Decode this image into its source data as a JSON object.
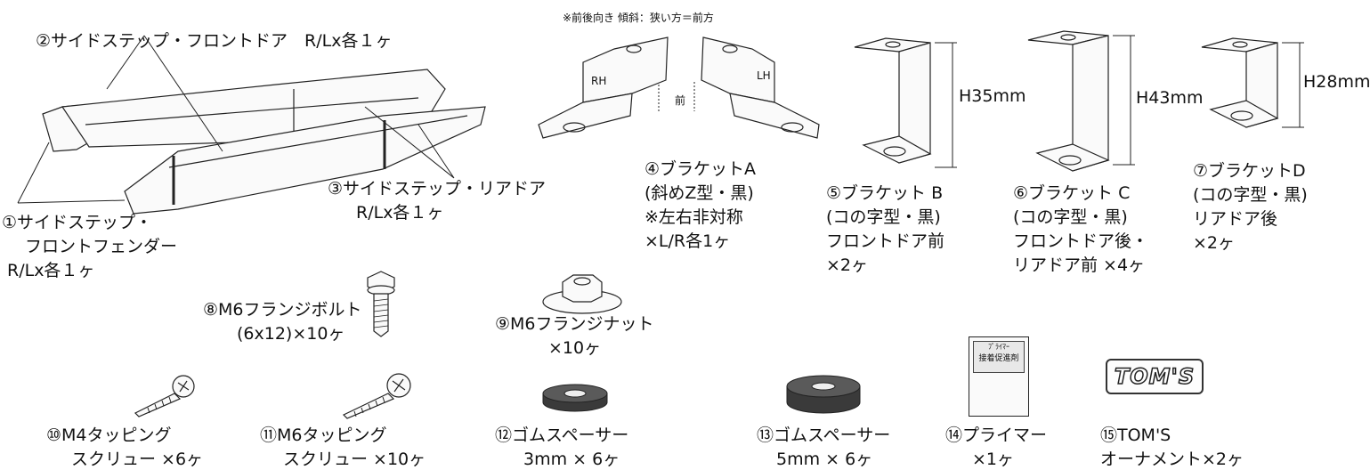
{
  "note_top": "※前後向き 傾斜：狭い方＝前方",
  "item2": "②サイドステップ・フロントドア　R/Lx各１ヶ",
  "item1": [
    "①サイドステップ・",
    "フロントフェンダー",
    "R/Lx各１ヶ"
  ],
  "item3": [
    "③サイドステップ・リアドア",
    "R/Lx各１ヶ"
  ],
  "item4": [
    "④ブラケットA",
    "(斜めZ型・黒)",
    "※左右非対称",
    "×L/R各1ヶ"
  ],
  "item5": [
    "⑤ブラケット B",
    "(コの字型・黒)",
    "フロントドア前",
    "×2ヶ"
  ],
  "item6": [
    "⑥ブラケット C",
    "(コの字型・黒)",
    "フロントドア後・",
    "リアドア前 ×4ヶ"
  ],
  "item7": [
    "⑦ブラケットD",
    "(コの字型・黒)",
    "リアドア後",
    "×2ヶ"
  ],
  "bracket_labels": {
    "rh": "RH",
    "lh": "LH",
    "front": "前"
  },
  "dims": {
    "b": "H35mm",
    "c": "H43mm",
    "d": "H28mm"
  },
  "item8": [
    "⑧M6フランジボルト",
    "(6x12)×10ヶ"
  ],
  "item9": [
    "⑨M6フランジナット",
    "×10ヶ"
  ],
  "item10": [
    "⑩M4タッピング",
    "スクリュー ×6ヶ"
  ],
  "item11": [
    "⑪M6タッピング",
    "スクリュー ×10ヶ"
  ],
  "item12": [
    "⑫ゴムスペーサー",
    "3mm × 6ヶ"
  ],
  "item13": [
    "⑬ゴムスペーサー",
    "5mm × 6ヶ"
  ],
  "item14": [
    "⑭プライマー",
    "×1ヶ"
  ],
  "item15": [
    "⑮TOM'S",
    "オーナメント×2ヶ"
  ],
  "primer_label": [
    "ﾌﾟﾗｲﾏｰ",
    "接着促進剤"
  ],
  "toms_logo": "TOM'S"
}
